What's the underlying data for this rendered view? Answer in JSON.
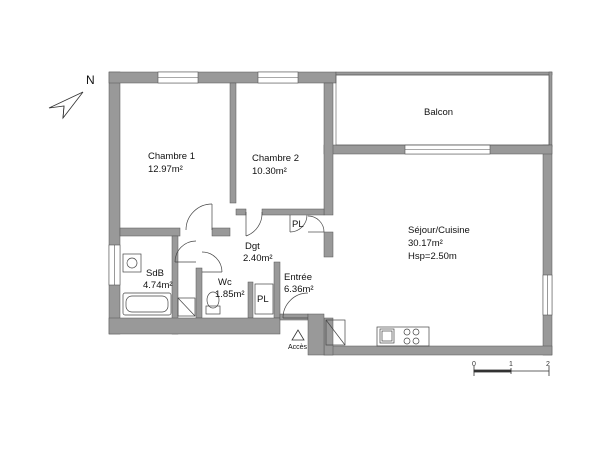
{
  "compass": {
    "north_label": "N"
  },
  "rooms": {
    "chambre1": {
      "name": "Chambre 1",
      "area": "12.97m²"
    },
    "chambre2": {
      "name": "Chambre 2",
      "area": "10.30m²"
    },
    "balcon": {
      "name": "Balcon"
    },
    "sejour": {
      "name": "Séjour/Cuisine",
      "area": "30.17m²",
      "height": "Hsp=2.50m"
    },
    "sdb": {
      "name": "SdB",
      "area": "4.74m²"
    },
    "dgt": {
      "name": "Dgt",
      "area": "2.40m²"
    },
    "wc": {
      "name": "Wc",
      "area": "1.85m²"
    },
    "entree": {
      "name": "Entrée",
      "area": "6.36m²"
    },
    "pl_top": {
      "name": "PL"
    },
    "pl_bottom": {
      "name": "PL"
    }
  },
  "access": {
    "label": "Accès"
  },
  "scale": {
    "ticks": [
      "0",
      "1",
      "2"
    ]
  },
  "colors": {
    "wall": "#999999",
    "wall_outline": "#555555",
    "line": "#444444"
  }
}
